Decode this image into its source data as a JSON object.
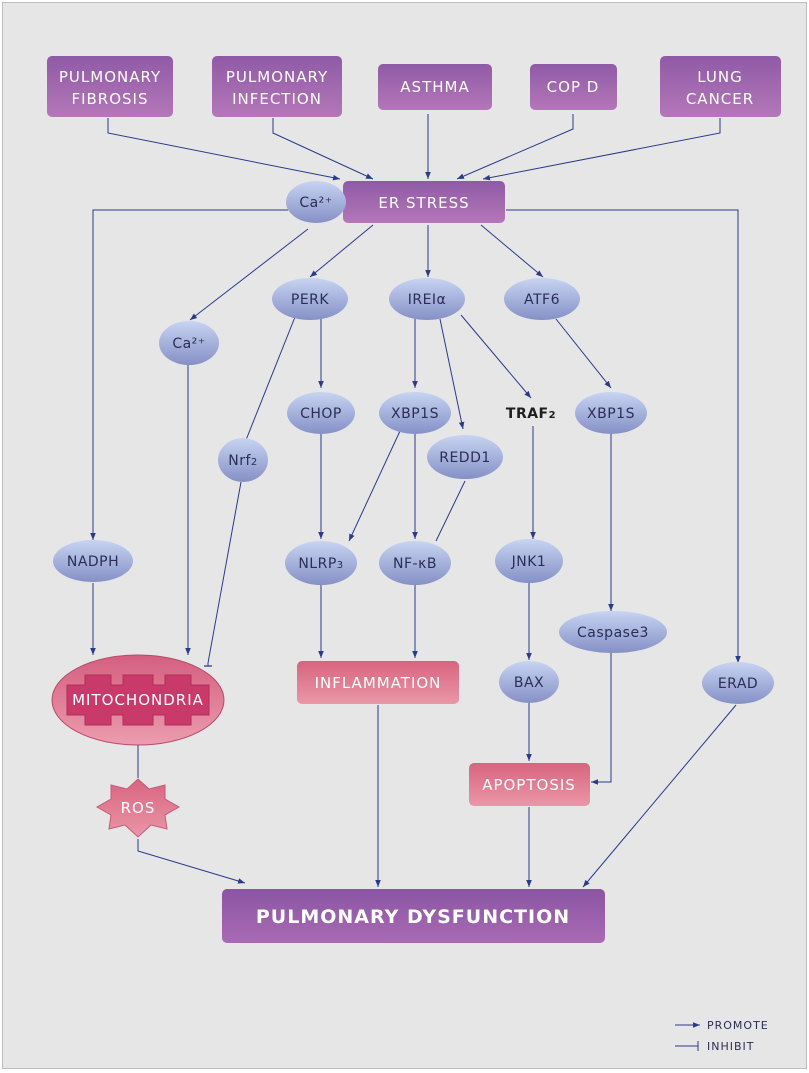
{
  "diseases": {
    "fibrosis": [
      "PULMONARY",
      "FIBROSIS"
    ],
    "infection": [
      "PULMONARY",
      "INFECTION"
    ],
    "asthma": "ASTHMA",
    "copd": "COP D",
    "cancer": [
      "LUNG",
      "CANCER"
    ]
  },
  "er_stress": "ER STRESS",
  "ca_top": "Ca²⁺",
  "ca_mid": "Ca²⁺",
  "perk": "PERK",
  "ire1a": "IREIα",
  "atf6": "ATF6",
  "chop": "CHOP",
  "xbp1s_left": "XBP1S",
  "traf2": {
    "base": "TRAF",
    "sub": "2"
  },
  "xbp1s_right": "XBP1S",
  "nrf2": {
    "base": "Nrf",
    "sub": "2"
  },
  "redd1": "REDD1",
  "nadph": "NADPH",
  "nlrp3": {
    "base": "NLRP",
    "sub": "3"
  },
  "nfkb": "NF-κB",
  "jnk1": "JNK1",
  "caspase3": "Caspase3",
  "mitochondria": "MITOCHONDRIA",
  "inflammation": "INFLAMMATION",
  "bax": "BAX",
  "erad": "ERAD",
  "ros": "ROS",
  "apoptosis": "APOPTOSIS",
  "outcome": "PULMONARY DYSFUNCTION",
  "legend": {
    "promote": "PROMOTE",
    "inhibit": "INHIBIT"
  },
  "colors": {
    "purple_box": "#9a64ad",
    "pink_box": "#df7a90",
    "ellipse_top": "#bccbed",
    "ellipse_bottom": "#8a95c9",
    "edge": "#2a3a8c",
    "background": "#e6e6e6"
  }
}
